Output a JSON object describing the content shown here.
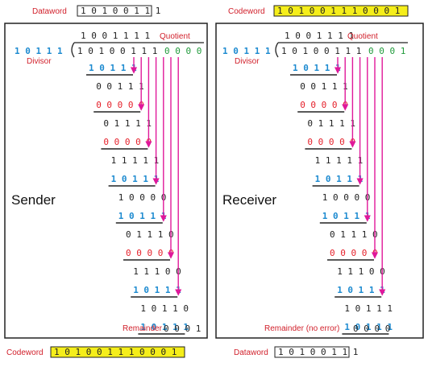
{
  "colors": {
    "label_red": "#d11f2a",
    "zero_red": "#e5202a",
    "divisor_blue": "#1c8ad0",
    "green": "#1f9a3a",
    "arrow_magenta": "#e0189a",
    "highlight_yellow": "#f5ee1a",
    "text_dark": "#222222"
  },
  "sender": {
    "top_label": "Dataword",
    "top_bits": "1 0 1 0 0 1 1 1",
    "quotient_bits": "1 0 0 1 1 1 1",
    "quotient_label": "Quotient",
    "divisor_bits": "1 0 1 1 1",
    "divisor_label": "Divisor",
    "dividend_data_bits": "1 0 1 0 0 1 1 1",
    "dividend_zero_bits": "0 0 0 0",
    "side_label": "Sender",
    "steps": [
      {
        "sub": "1 0 1 1 1",
        "sub_color": "blue",
        "result": "0 0 1 1 1"
      },
      {
        "sub": "0 0 0 0 0",
        "sub_color": "red",
        "result": "0 1 1 1 1"
      },
      {
        "sub": "0 0 0 0 0",
        "sub_color": "red",
        "result": "1 1 1 1 1"
      },
      {
        "sub": "1 0 1 1 1",
        "sub_color": "blue",
        "result": "1 0 0 0 0"
      },
      {
        "sub": "1 0 1 1 1",
        "sub_color": "blue",
        "result": "0 1 1 1 0"
      },
      {
        "sub": "0 0 0 0 0",
        "sub_color": "red",
        "result": "1 1 1 0 0"
      },
      {
        "sub": "1 0 1 1 1",
        "sub_color": "blue",
        "result": "1 0 1 1 0"
      },
      {
        "sub": "1 0 1 1 1",
        "sub_color": "blue",
        "result": ""
      }
    ],
    "remainder_label": "Remainder",
    "remainder_bits": "0 0 0 1",
    "bottom_label": "Codeword",
    "bottom_bits": "1 0 1 0 0 1 1 1 0 0 0 1"
  },
  "receiver": {
    "top_label": "Codeword",
    "top_bits": "1 0 1 0 0 1 1 1 0 0 0 1",
    "quotient_bits": "1 0 0 1 1 1 1",
    "quotient_label": "Quotient",
    "divisor_bits": "1 0 1 1 1",
    "divisor_label": "Divisor",
    "dividend_data_bits": "1 0 1 0 0 1 1 1",
    "dividend_zero_bits": "0 0 0 1",
    "side_label": "Receiver",
    "steps": [
      {
        "sub": "1 0 1 1 1",
        "sub_color": "blue",
        "result": "0 0 1 1 1"
      },
      {
        "sub": "0 0 0 0 0",
        "sub_color": "red",
        "result": "0 1 1 1 1"
      },
      {
        "sub": "0 0 0 0 0",
        "sub_color": "red",
        "result": "1 1 1 1 1"
      },
      {
        "sub": "1 0 1 1 1",
        "sub_color": "blue",
        "result": "1 0 0 0 0"
      },
      {
        "sub": "1 0 1 1 1",
        "sub_color": "blue",
        "result": "0 1 1 1 0"
      },
      {
        "sub": "0 0 0 0 0",
        "sub_color": "red",
        "result": "1 1 1 0 0"
      },
      {
        "sub": "1 0 1 1 1",
        "sub_color": "blue",
        "result": "1 0 1 1 1"
      },
      {
        "sub": "1 0 1 1 1",
        "sub_color": "blue",
        "result": ""
      }
    ],
    "remainder_label": "Remainder (no error)",
    "remainder_bits": "0 0 0 0",
    "bottom_label": "Dataword",
    "bottom_bits": "1 0 1 0 0 1 1 1"
  }
}
